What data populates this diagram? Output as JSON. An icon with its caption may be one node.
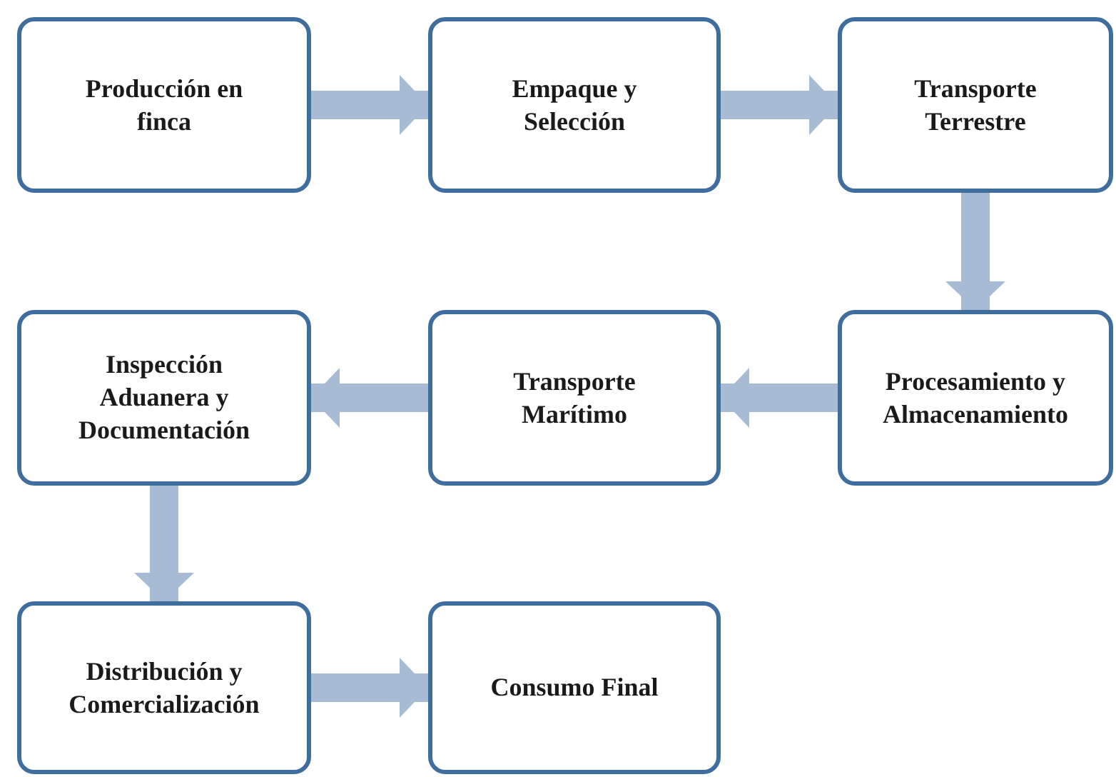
{
  "diagram": {
    "nodes": [
      {
        "text": [
          "Producción en finca"
        ]
      },
      {
        "text": [
          "Empaque y Selección"
        ]
      },
      {
        "text": [
          "Transporte Terrestre"
        ]
      },
      {
        "text": [
          "Inspección Aduanera y Documentación"
        ]
      },
      {
        "text": [
          "Transporte Marítimo"
        ]
      },
      {
        "text": [
          "Procesamiento y Almacenamiento"
        ]
      },
      {
        "text": [
          "Distribución y Comercialización"
        ]
      },
      {
        "text": [
          "Consumo Final"
        ]
      }
    ],
    "edges": [
      {
        "from": 0,
        "to": 1,
        "arrow": "to"
      },
      {
        "from": 1,
        "to": 2,
        "arrow": "to"
      },
      {
        "from": 2,
        "to": 5,
        "arrow": "to"
      },
      {
        "from": 5,
        "to": 4,
        "arrow": "to"
      },
      {
        "from": 4,
        "to": 3,
        "arrow": "to"
      },
      {
        "from": 3,
        "to": 6,
        "arrow": "to"
      },
      {
        "from": 6,
        "to": 7,
        "arrow": "to"
      }
    ]
  }
}
